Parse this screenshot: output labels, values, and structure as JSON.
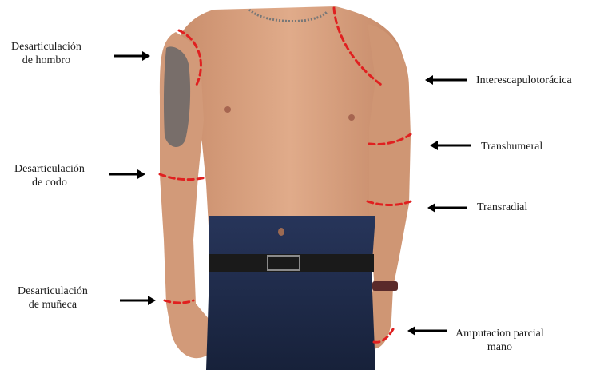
{
  "labels": {
    "shoulder": {
      "line1": "Desarticulación",
      "line2": "de hombro"
    },
    "elbow": {
      "line1": "Desarticulación",
      "line2": "de codo"
    },
    "wrist": {
      "line1": "Desarticulación",
      "line2": "de muñeca"
    },
    "interscapular": {
      "line1": "Interescapulotorácica"
    },
    "transhumeral": {
      "line1": "Transhumeral"
    },
    "transradial": {
      "line1": "Transradial"
    },
    "partial_hand": {
      "line1": "Amputacion parcial",
      "line2": "mano"
    }
  },
  "colors": {
    "cut_line": "#e02020",
    "arrow": "#000000",
    "skin": "#d9a07e",
    "jeans": "#1f2c4a"
  }
}
